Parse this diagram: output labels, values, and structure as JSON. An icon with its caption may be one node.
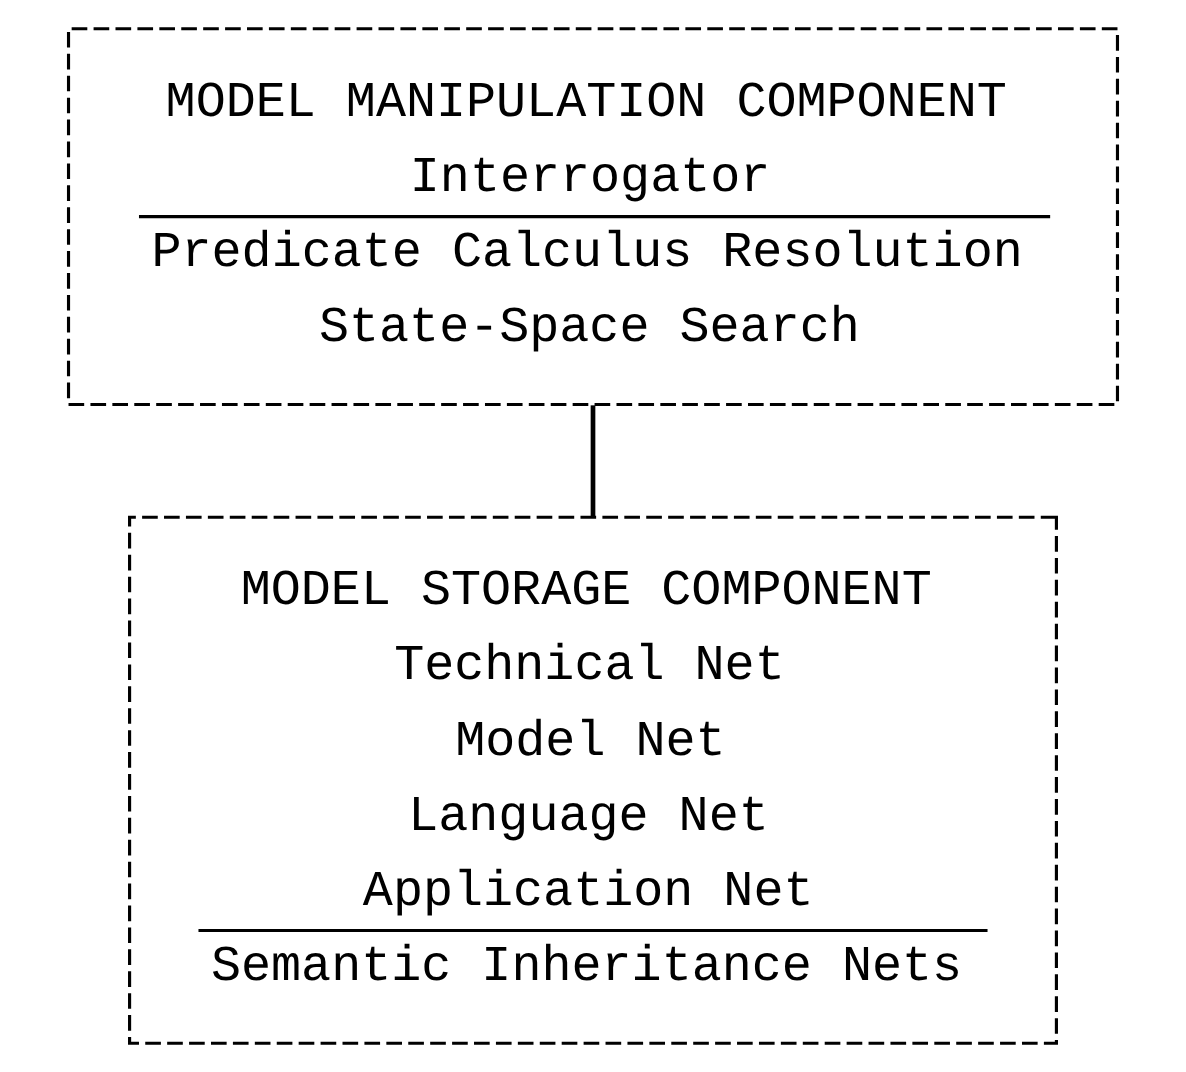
{
  "diagram": {
    "nodes": [
      {
        "text": [
          "MODEL MANIPULATION COMPONENT",
          "Interrogator",
          "Predicate Calculus Resolution",
          "State-Space Search"
        ]
      },
      {
        "text": [
          "MODEL STORAGE COMPONENT",
          "Technical Net",
          "Model Net",
          "Language Net",
          "Application Net",
          "Semantic Inheritance Nets"
        ]
      }
    ],
    "edges": [
      {
        "from": 0,
        "to": 1,
        "arrow": "none"
      }
    ]
  }
}
